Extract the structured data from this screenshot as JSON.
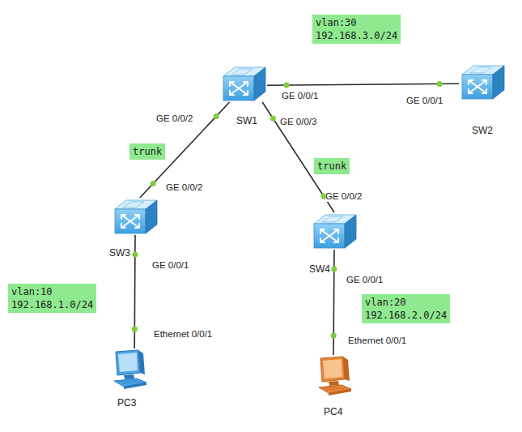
{
  "diagram": {
    "nodes": [
      {
        "text": [
          "vlan:30 192.168.3.0/24"
        ]
      },
      {
        "text": [
          "SW1"
        ]
      },
      {
        "text": [
          "SW2"
        ]
      },
      {
        "text": [
          "trunk"
        ]
      },
      {
        "text": [
          "trunk"
        ]
      },
      {
        "text": [
          "SW3"
        ]
      },
      {
        "text": [
          "SW4"
        ]
      },
      {
        "text": [
          "vlan:10 192.168.1.0/24"
        ]
      },
      {
        "text": [
          "vlan:20 192.168.2.0/24"
        ]
      },
      {
        "text": [
          "PC3"
        ]
      },
      {
        "text": [
          "PC4"
        ]
      }
    ],
    "edges": [
      {
        "from": 1,
        "to": 2,
        "arrow": "none"
      },
      {
        "from": 1,
        "to": 5,
        "arrow": "none"
      },
      {
        "from": 1,
        "to": 6,
        "arrow": "none"
      },
      {
        "from": 5,
        "to": 9,
        "arrow": "none"
      },
      {
        "from": 6,
        "to": 10,
        "arrow": "none"
      }
    ],
    "labels": [
      "GE 0/0/1",
      "GE 0/0/1",
      "GE 0/0/2",
      "GE 0/0/3",
      "GE 0/0/2",
      "GE 0/0/2",
      "GE 0/0/1",
      "GE 0/0/1",
      "Ethernet 0/0/1",
      "Ethernet 0/0/1"
    ]
  }
}
